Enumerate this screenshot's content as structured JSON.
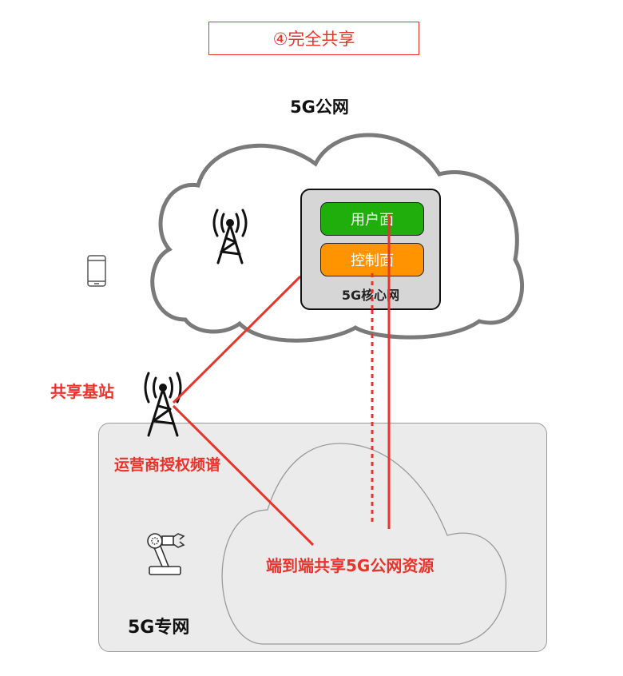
{
  "title": "④完全共享",
  "public_network": {
    "label": "5G公网",
    "core": {
      "label": "5G核心网",
      "user_plane": "用户面",
      "control_plane": "控制面"
    }
  },
  "shared_base_station": {
    "label": "共享基站",
    "spectrum_label": "运营商授权频谱"
  },
  "private_network": {
    "label": "5G专网",
    "cloud_label": "端到端共享5G公网资源"
  },
  "colors": {
    "accent_red": "#e8342a",
    "user_plane_green": "#1fae0b",
    "control_plane_orange": "#ff9400",
    "core_gray": "#d6d6d6",
    "private_bg": "#ebebeb"
  }
}
